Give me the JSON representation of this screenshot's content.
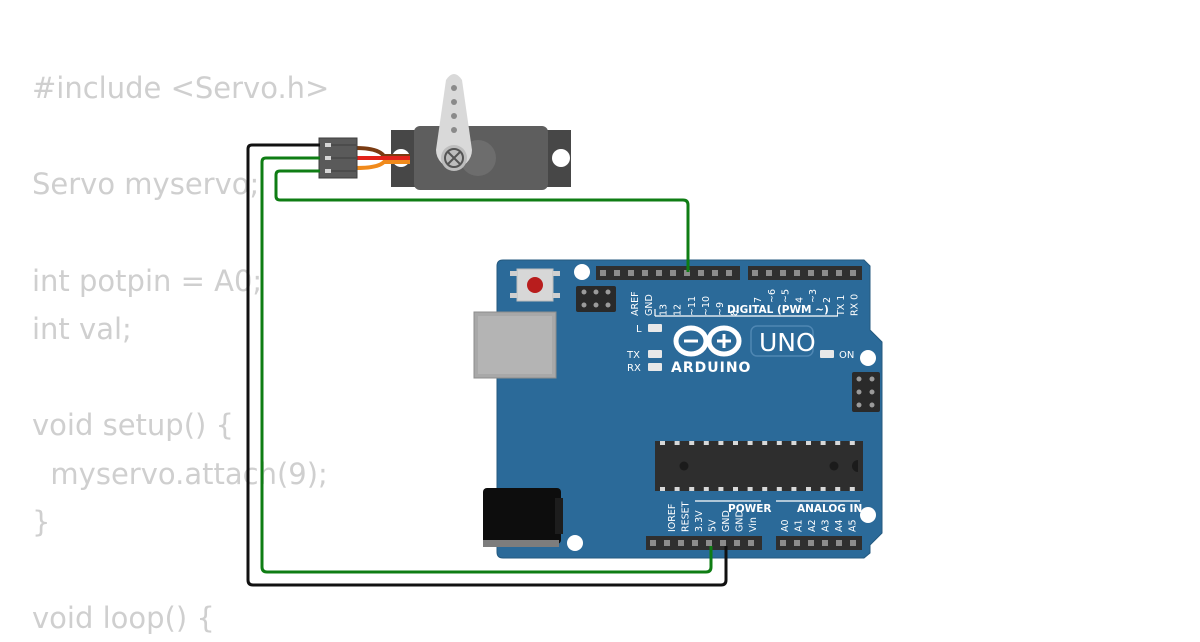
{
  "code": {
    "lines": [
      "#include <Servo.h>",
      "",
      "Servo myservo;",
      "",
      "int potpin = A0;",
      "int val;",
      "",
      "void setup() {",
      "  myservo.attach(9);",
      "}",
      "",
      "void loop() {"
    ]
  },
  "board": {
    "logo_text": "ARDUINO",
    "model_text": "UNO",
    "digital_header": "DIGITAL (PWM ~)",
    "power_header": "POWER",
    "analog_header": "ANALOG IN",
    "led_l": "L",
    "led_tx": "TX",
    "led_rx": "RX",
    "led_on": "ON",
    "digital_pins": [
      "AREF",
      "GND",
      "13",
      "12",
      "~11",
      "~10",
      "~9",
      "8",
      "7",
      "~6",
      "~5",
      "4",
      "~3",
      "2",
      "TX 1",
      "RX 0"
    ],
    "power_pins": [
      "IOREF",
      "RESET",
      "3.3V",
      "5V",
      "GND",
      "GND",
      "Vin"
    ],
    "analog_pins": [
      "A0",
      "A1",
      "A2",
      "A3",
      "A4",
      "A5"
    ]
  },
  "colors": {
    "code_text": "#cfcfcf",
    "board_blue": "#2b6a99",
    "wire_signal": "#0f7d14",
    "wire_ground": "#111111",
    "servo_body": "#5e5e5e"
  },
  "icons": {
    "servo": "servo-motor-icon",
    "board": "arduino-uno-icon"
  }
}
